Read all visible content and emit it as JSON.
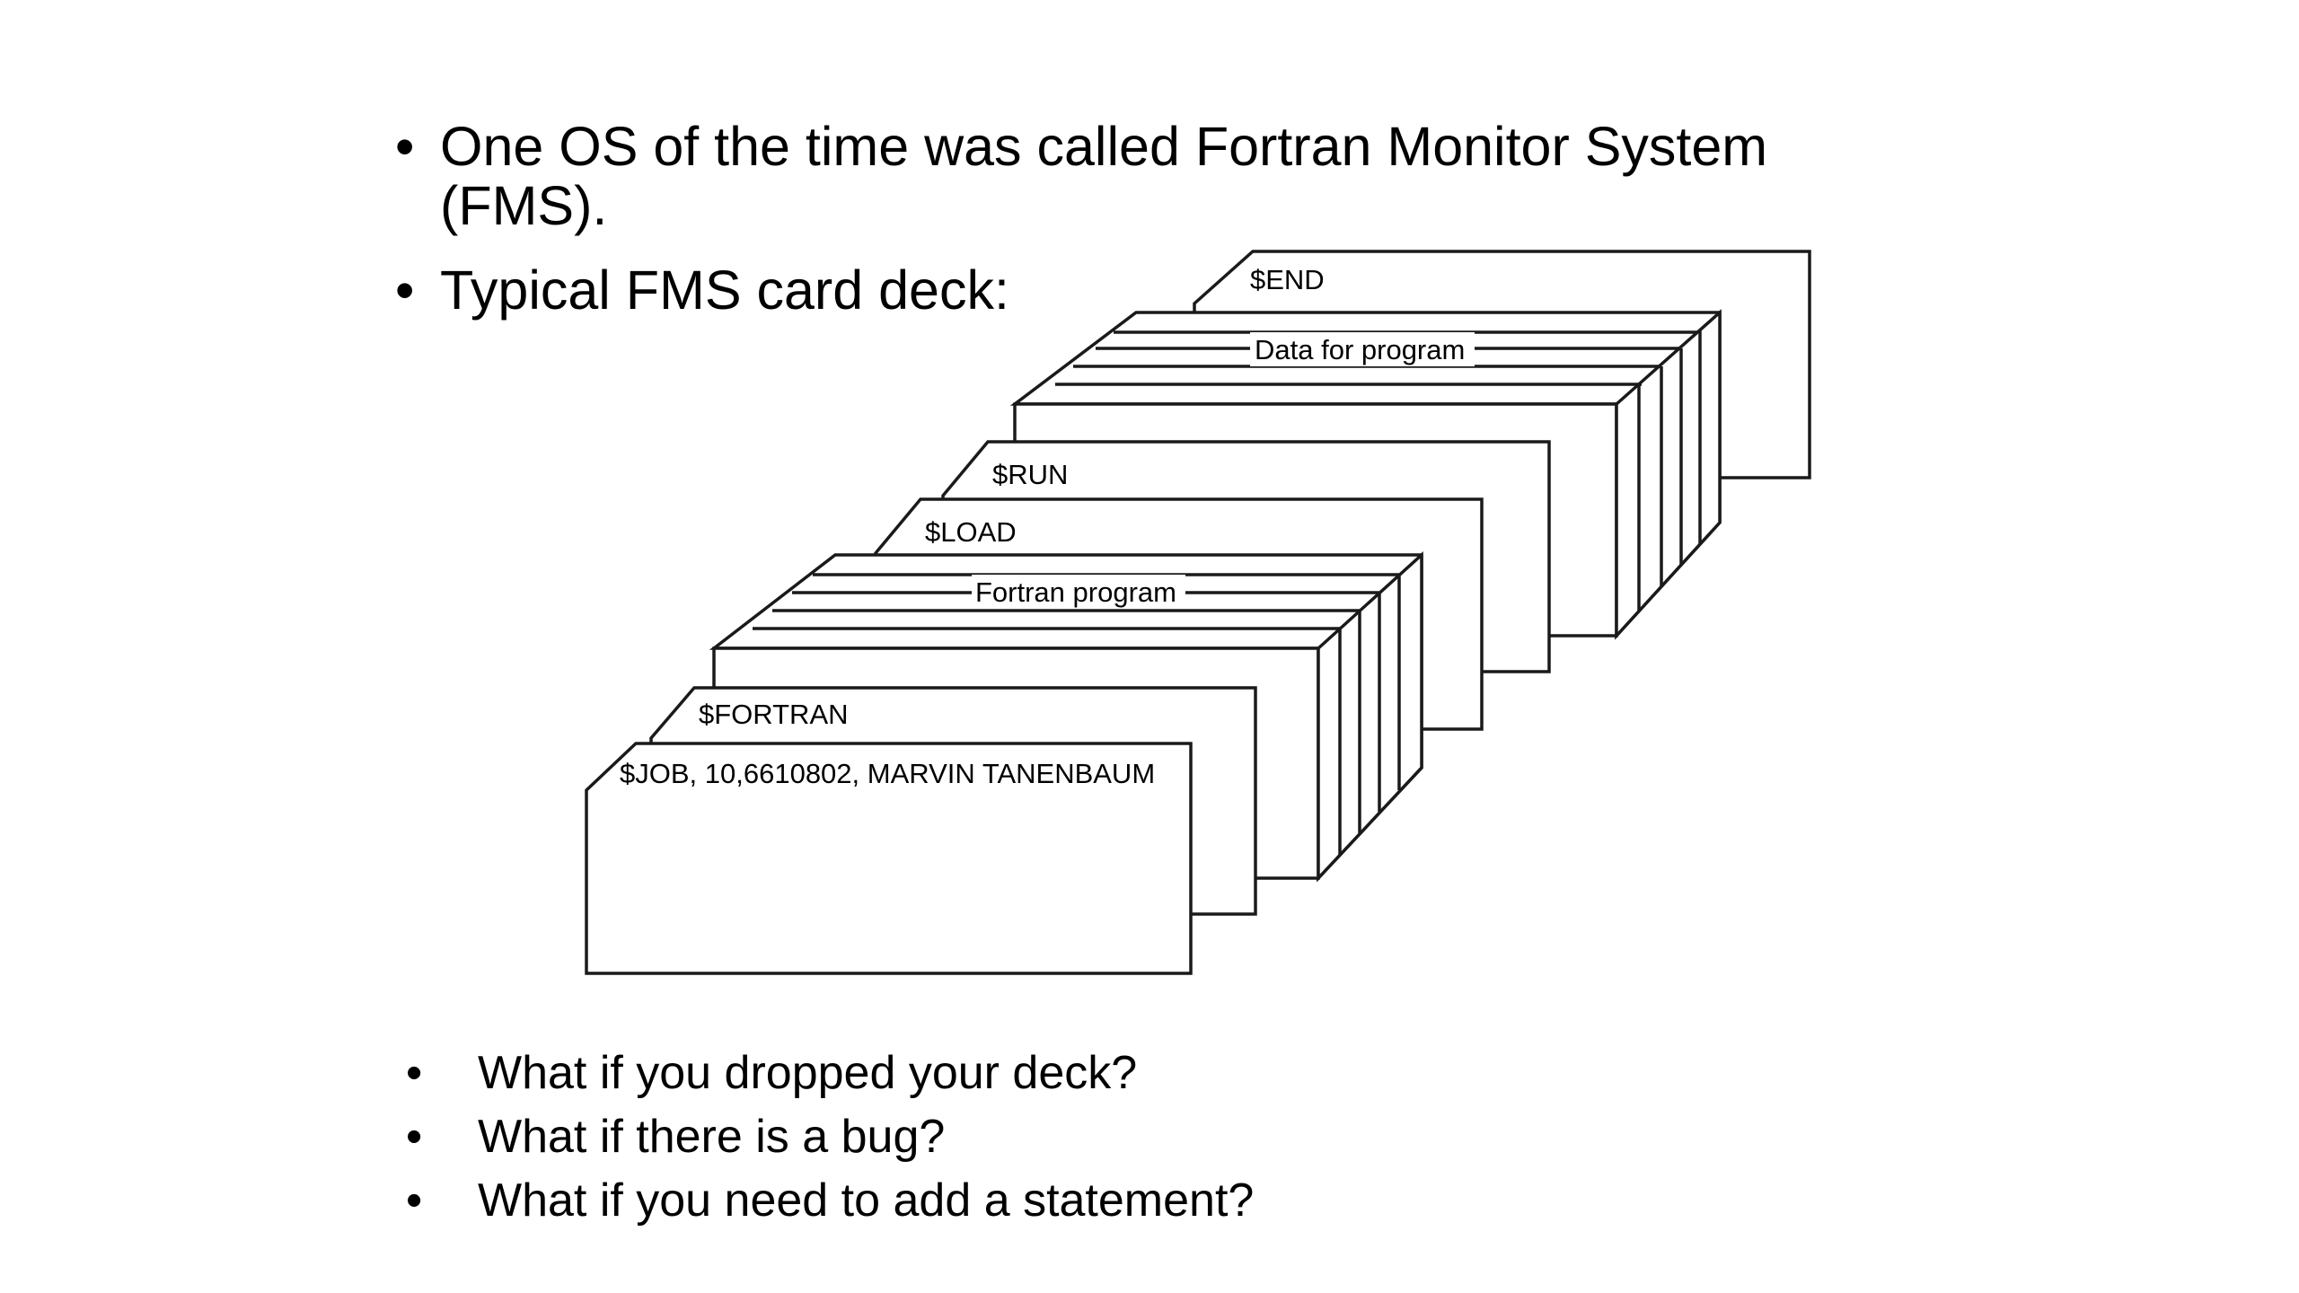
{
  "intro_bullets": [
    "One OS of the time was called Fortran Monitor System (FMS).",
    "Typical FMS card deck:"
  ],
  "bullet_glyph": "•",
  "deck": {
    "end_card": "$END",
    "data_block": "Data for program",
    "run_card": "$RUN",
    "load_card": "$LOAD",
    "program_block": "Fortran program",
    "fortran_card": "$FORTRAN",
    "job_card": "$JOB, 10,6610802, MARVIN TANENBAUM"
  },
  "question_bullets": [
    "What if you dropped your deck?",
    "What if there is a bug?",
    "What if you need to add a statement?"
  ]
}
